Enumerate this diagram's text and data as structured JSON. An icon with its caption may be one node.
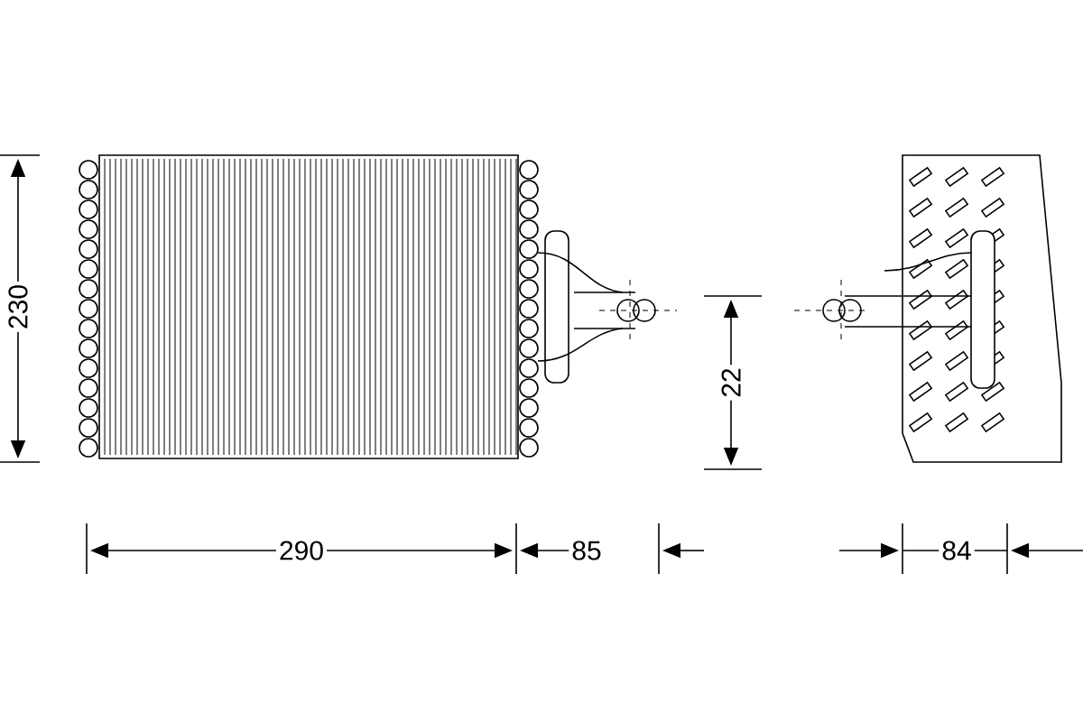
{
  "diagram": {
    "labels": [
      "230",
      "22",
      "290",
      "85",
      "84"
    ]
  }
}
